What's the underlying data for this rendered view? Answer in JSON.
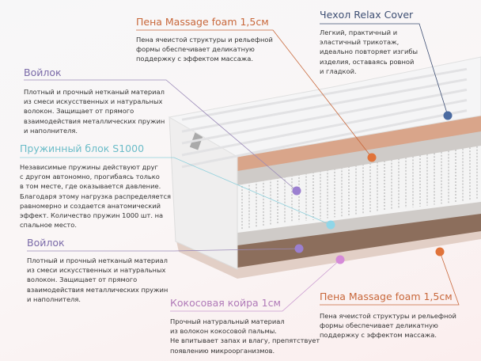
{
  "colors": {
    "foam": "#c8673a",
    "cover": "#3d4e73",
    "felt": "#7a6aa8",
    "spring": "#6bbcc8",
    "coir": "#b07ab8"
  },
  "callouts": {
    "foam_top": {
      "title": "Пена Massage foam 1,5см",
      "text": "Пена ячеистой структуры и рельефной\nформы обеспечивает деликатную\nподдержку с эффектом массажа."
    },
    "cover": {
      "title": "Чехол Relax Cover",
      "text": "Легкий, практичный и\nэластичный трикотаж,\nидеально повторяет изгибы\nизделия, оставаясь ровной\nи гладкой."
    },
    "felt_top": {
      "title": "Войлок",
      "text": "Плотный и прочный нетканый материал\nиз смеси искусственных и натуральных\nволокон. Защищает от прямого\nвзаимодействия металлических пружин\nи наполнителя."
    },
    "spring": {
      "title": "Пружинный блок S1000",
      "text": "Независимые пружины действуют друг\nс другом автономно, прогибаясь только\nв том месте, где оказывается давление.\nБлагодаря этому нагрузка распределяется\nравномерно и создается анатомический\nэффект. Количество пружин 1000 шт. на\nспальное место."
    },
    "felt_bottom": {
      "title": "Войлок",
      "text": "Плотный и прочный нетканый материал\nиз смеси искусственных и натуральных\nволокон. Защищает от прямого\nвзаимодействия металлических пружин\nи наполнителя."
    },
    "coir": {
      "title": "Кокосовая койра 1см",
      "text": "Прочный натуральный материал\nиз волокон кокосовой пальмы.\nНе впитывает запах и влагу, препятствует\nпоявлению микроорганизмов."
    },
    "foam_bottom": {
      "title": "Пена Massage foam 1,5см",
      "text": "Пена ячеистой структуры и рельефной\nформы обеспечивает деликатную\nподдержку с эффектом массажа."
    }
  }
}
